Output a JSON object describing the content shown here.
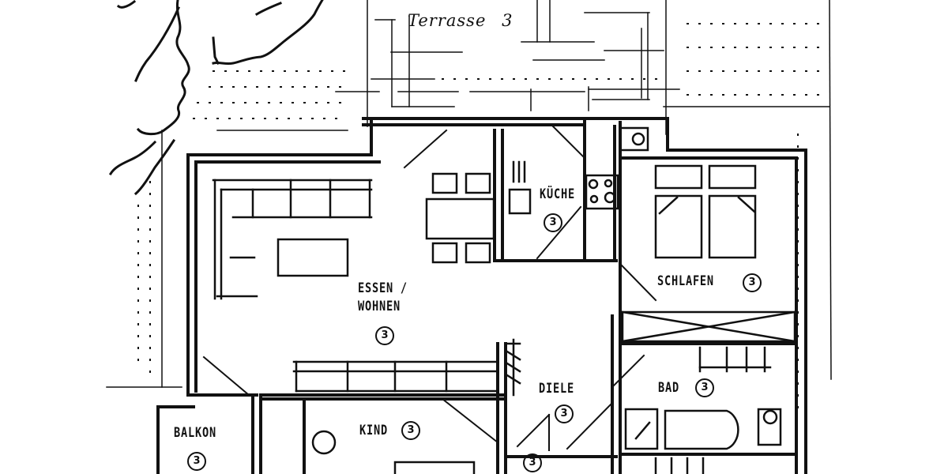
{
  "drawing": {
    "type": "floor-plan-sketch",
    "colors": {
      "ink": "#111111",
      "paper": "#ffffff"
    }
  },
  "terrace": {
    "label": "Terrasse",
    "number": "3"
  },
  "rooms": {
    "kueche": {
      "label": "KÜCHE",
      "number": "3"
    },
    "essen": {
      "label_line1": "ESSEN /",
      "label_line2": "WOHNEN",
      "number": "3"
    },
    "schlafen": {
      "label": "SCHLAFEN",
      "number": "3"
    },
    "bad": {
      "label": "BAD",
      "number": "3"
    },
    "diele": {
      "label": "DIELE",
      "number": "3"
    },
    "kind": {
      "label": "KIND",
      "number": "3"
    },
    "balkon": {
      "label": "BALKON",
      "number": "3"
    },
    "stair": {
      "number": "3"
    }
  }
}
